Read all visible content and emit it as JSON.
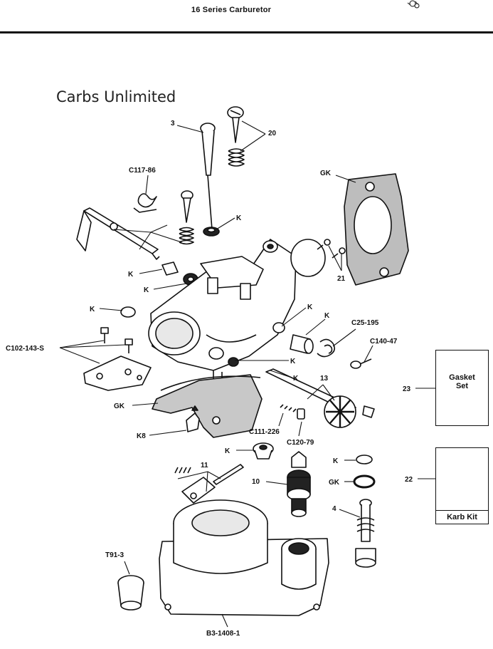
{
  "header": {
    "title": "16 Series Carburetor"
  },
  "brand": "Carbs Unlimited",
  "callouts": {
    "part_3": "3",
    "part_20": "20",
    "c117_86": "C117-86",
    "gk_top": "GK",
    "k_stem": "K",
    "k_bushing": "K",
    "k_left": "K",
    "k_plug": "K",
    "part_21": "21",
    "k_right1": "K",
    "k_right2": "K",
    "c25_195": "C25-195",
    "c140_47": "C140-47",
    "c102_143_s": "C102-143-S",
    "k_mid1": "K",
    "k_mid2": "K",
    "part_13": "13",
    "gk_mid": "GK",
    "k8": "K8",
    "c111_226": "C111-226",
    "c120_79": "C120-79",
    "part_11": "11",
    "k_seat": "K",
    "part_10": "10",
    "k_washer": "K",
    "gk_washer": "GK",
    "part_4": "4",
    "t91_3": "T91-3",
    "b3_1408_1": "B3-1408-1",
    "part_23": "23",
    "part_22": "22"
  },
  "gasket_set": {
    "line1": "Gasket",
    "line2": "Set"
  },
  "karb_kit": {
    "label": "Karb Kit"
  }
}
